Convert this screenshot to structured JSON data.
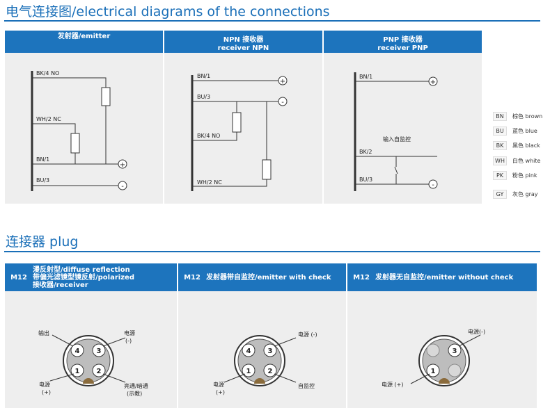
{
  "section1": {
    "title": "电气连接图/electrical diagrams of the  connections"
  },
  "panels": [
    {
      "head": "发射器/emitter",
      "sub": ""
    },
    {
      "head": "NPN 接收器",
      "sub": "receiver NPN"
    },
    {
      "head": "PNP 接收器",
      "sub": "receiver PNP"
    }
  ],
  "emitter": {
    "bk": "BK/4 NO",
    "wh": "WH/2 NC",
    "bn": "BN/1",
    "bu": "BU/3"
  },
  "npn": {
    "bn": "BN/1",
    "bu": "BU/3",
    "bk": "BK/4 NO",
    "wh": "WH/2 NC"
  },
  "pnp": {
    "bn": "BN/1",
    "check": "输入自监控",
    "bk": "BK/2",
    "bu": "BU/3"
  },
  "symbols": {
    "plus": "+",
    "minus": "-"
  },
  "legend": [
    {
      "code": "BN",
      "name": "棕色 brown"
    },
    {
      "code": "BU",
      "name": "蓝色 blue"
    },
    {
      "code": "BK",
      "name": "黑色 black"
    },
    {
      "code": "WH",
      "name": "白色 white"
    },
    {
      "code": "PK",
      "name": "粉色 pink"
    },
    {
      "code": "GY",
      "name": "灰色 gray"
    }
  ],
  "section2": {
    "title": "连接器 plug"
  },
  "plugs": [
    {
      "m12": "M12",
      "desc1": "漫反射型/diffuse reflection",
      "desc2": "带偏光滤镜型镜反射/polarized",
      "desc3": "接收器/receiver",
      "pins": [
        "4",
        "3",
        "1",
        "2"
      ],
      "l1": "输出",
      "r1a": "电源",
      "r1b": "(-)",
      "l2a": "电源",
      "l2b": "(+)",
      "r2a": "亮通/暗通",
      "r2b": "(示教)"
    },
    {
      "m12": "M12",
      "desc1": "发射器带自监控/emitter with check",
      "pins": [
        "4",
        "3",
        "1",
        "2"
      ],
      "r1a": "电源 (-)",
      "l2a": "电源",
      "l2b": "(+)",
      "r2a": "自监控"
    },
    {
      "m12": "M12",
      "desc1": "发射器无自监控/emitter without check",
      "pins": [
        "3",
        "1"
      ],
      "r1a": "电源(-)",
      "l2a": "电源 (+)"
    }
  ]
}
